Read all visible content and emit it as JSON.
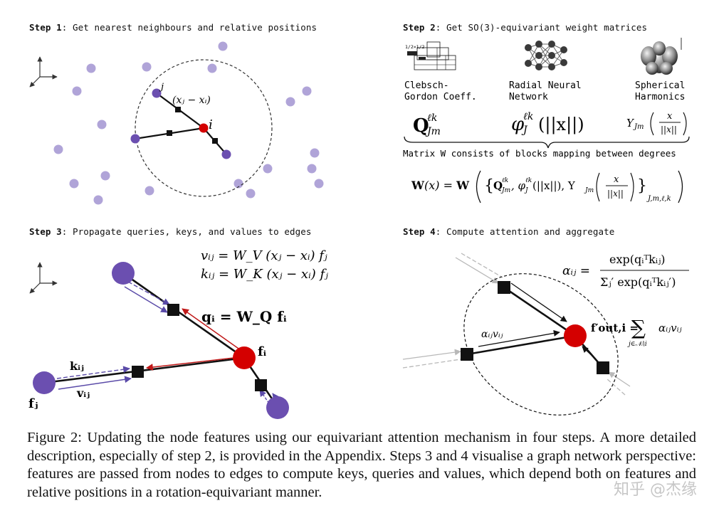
{
  "steps": {
    "s1": {
      "prefix": "Step 1",
      "text": ": Get nearest neighbours and relative positions"
    },
    "s2": {
      "prefix": "Step 2",
      "text": ": Get SO(3)-equivariant weight matrices"
    },
    "s3": {
      "prefix": "Step 3",
      "text": ": Propagate queries, keys, and values to edges"
    },
    "s4": {
      "prefix": "Step 4",
      "text": ": Compute attention and aggregate"
    }
  },
  "step1": {
    "label_j": "j",
    "label_i": "i",
    "label_rel": "(xⱼ − xᵢ)"
  },
  "step2": {
    "icon1_label_l1": "Clebsch-",
    "icon1_label_l2": "Gordon Coeff.",
    "icon2_label_l1": "Radial Neural",
    "icon2_label_l2": "Network",
    "icon3_label_l1": "Spherical",
    "icon3_label_l2": "Harmonics",
    "q_term": "Q",
    "phi_term": "φ",
    "phi_arg": "(||x||)",
    "y_term": "Y",
    "matrix_text": "Matrix W consists of blocks mapping between degrees",
    "w_formula": "W(x) = W ( { Q, φ(||x||), Y(x/||x||) } )",
    "w_subscript": "J,m,ℓ,k",
    "cg_table_header": "1/2×1/2"
  },
  "step3": {
    "v_eq": "vᵢⱼ = W_V (xⱼ − xᵢ) fⱼ",
    "k_eq": "kᵢⱼ = W_K (xⱼ − xᵢ) fⱼ",
    "q_eq": "qᵢ = W_Q fᵢ",
    "label_fi": "fᵢ",
    "label_fj": "fⱼ",
    "label_kij": "kᵢⱼ",
    "label_vij": "vᵢⱼ"
  },
  "step4": {
    "alpha_lhs": "αᵢⱼ =",
    "alpha_num": "exp(qᵢᵀkᵢⱼ)",
    "alpha_den": "Σⱼ′ exp(qᵢᵀkᵢⱼ′)",
    "fout_lhs": "f′out,i =",
    "fout_rhs": "αᵢⱼvᵢⱼ",
    "fout_sub": "j∈𝒩ᵢ\\i",
    "label_alpha_v": "αᵢⱼvᵢⱼ"
  },
  "caption": "Figure 2: Updating the node features using our equivariant attention mechanism in four steps. A more detailed description, especially of step 2, is provided in the Appendix. Steps 3 and 4 visualise a graph network perspective: features are passed from nodes to edges to compute keys, queries and values, which depend both on features and relative positions in a rotation-equivariant manner.",
  "watermark": "知乎 @杰缘",
  "colors": {
    "light_node": "#b0a4d8",
    "dark_node": "#6b4fb0",
    "center_node": "#d40000",
    "arrow_blue": "#5a4aa8",
    "arrow_red": "#c01818",
    "grey_edge": "#b8b8b8"
  }
}
